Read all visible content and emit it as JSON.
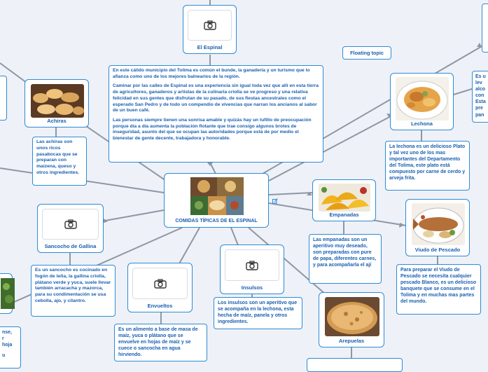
{
  "central": {
    "title": "COMIDAS TÍPICAS DE EL ESPINAL",
    "image_icon": "food-collage-image"
  },
  "floating_topic": "Floating topic",
  "nodes": {
    "espinal": {
      "title": "El Espinal",
      "icon": "camera-icon",
      "paragraphs": [
        "En este cálido municipio del Tolima es común el bunde, la ganadería y un turismo que lo afianza como uno de los mejores balnearios de la región.",
        "Caminar por las calles de Espinal es una experiencia sin igual toda vez que allí en esta tierra de agricultores, ganaderos y artistas de la culinaria criolla se ve progreso y una relativa felicidad en sus gentes que disfrutan de su pasado, de sus fiestas ancestrales como el esperado San Pedro y de todo un compendio de vivencias que narran los ancianos al sabor de un buen café.",
        "Las personas siempre tienen una sonrisa amable y quizás hay un tufillo de preocupación porque día a día aumenta la población flotante que trae consigo algunos brotes de inseguridad, asunto del que se ocupan las autoridades porque está de por medio el bienestar de gente decente, trabajadora y honorable."
      ]
    },
    "achiras": {
      "title": "Achiras",
      "icon": "achiras-photo",
      "text": "Las achiras son unos ricos pasabocas que se preparan con maizena, queso y otros ingredientes."
    },
    "lechona": {
      "title": "Lechona",
      "icon": "lechona-photo",
      "text": "La lechona es un delicioso Plato y tal vez uno de los mas importantes del Departamento del Tolima, este plato está compuesto por carne de cerdo y arveja frita."
    },
    "sancocho": {
      "title": "Sancocho de Gallina",
      "icon": "camera-icon",
      "text": "Es un sancocho es cocinado en fogón de leña, la gallina criolla, plátano verde y yuca, suele llevar también arracacha y mazorca, para su condimentación se usa cebolla, ajo, y cilantro."
    },
    "empanadas": {
      "title": "Empanadas",
      "icon": "empanadas-photo",
      "text": "Las empanadas son un aperitivo muy deseado, son preparadas con pure de papa, diferentes carnes, y para acompañarla el ají"
    },
    "viudo": {
      "title": "Viudo de Pescado",
      "icon": "viudo-photo",
      "text": "Para preparar el Viudo de Pescado se necesita cualquier pescado Blanco, es un delicioso banquete que se consume en el Tolima y en muchas mas partes del mundo."
    },
    "envueltos": {
      "title": "Envueltos",
      "icon": "camera-icon",
      "text": "Es un alimento a base de masa de maíz, yuca o plátano que se envuelve en hojas de maíz y se cuece o sancocha en agua hirviendo."
    },
    "insulsos": {
      "title": "Insulsos",
      "icon": "camera-icon",
      "text": "Los insulsos son un aperitivo que se acompaña en la lechona, esta hecha de maíz, panela y otros ingredientes."
    },
    "arepuelas": {
      "title": "Arepuelas",
      "icon": "arepuelas-photo"
    }
  },
  "edge_fragments": {
    "right_top": [
      "Es u",
      "lev",
      "alco",
      "con",
      "Esta",
      "pre",
      "pan"
    ],
    "left_bottom": [
      "nse,",
      "r",
      "hoja",
      "u"
    ]
  },
  "colors": {
    "background": "#eef1f7",
    "border": "#2e8bd6",
    "text": "#1a5fb0",
    "line": "#8d97a5"
  }
}
